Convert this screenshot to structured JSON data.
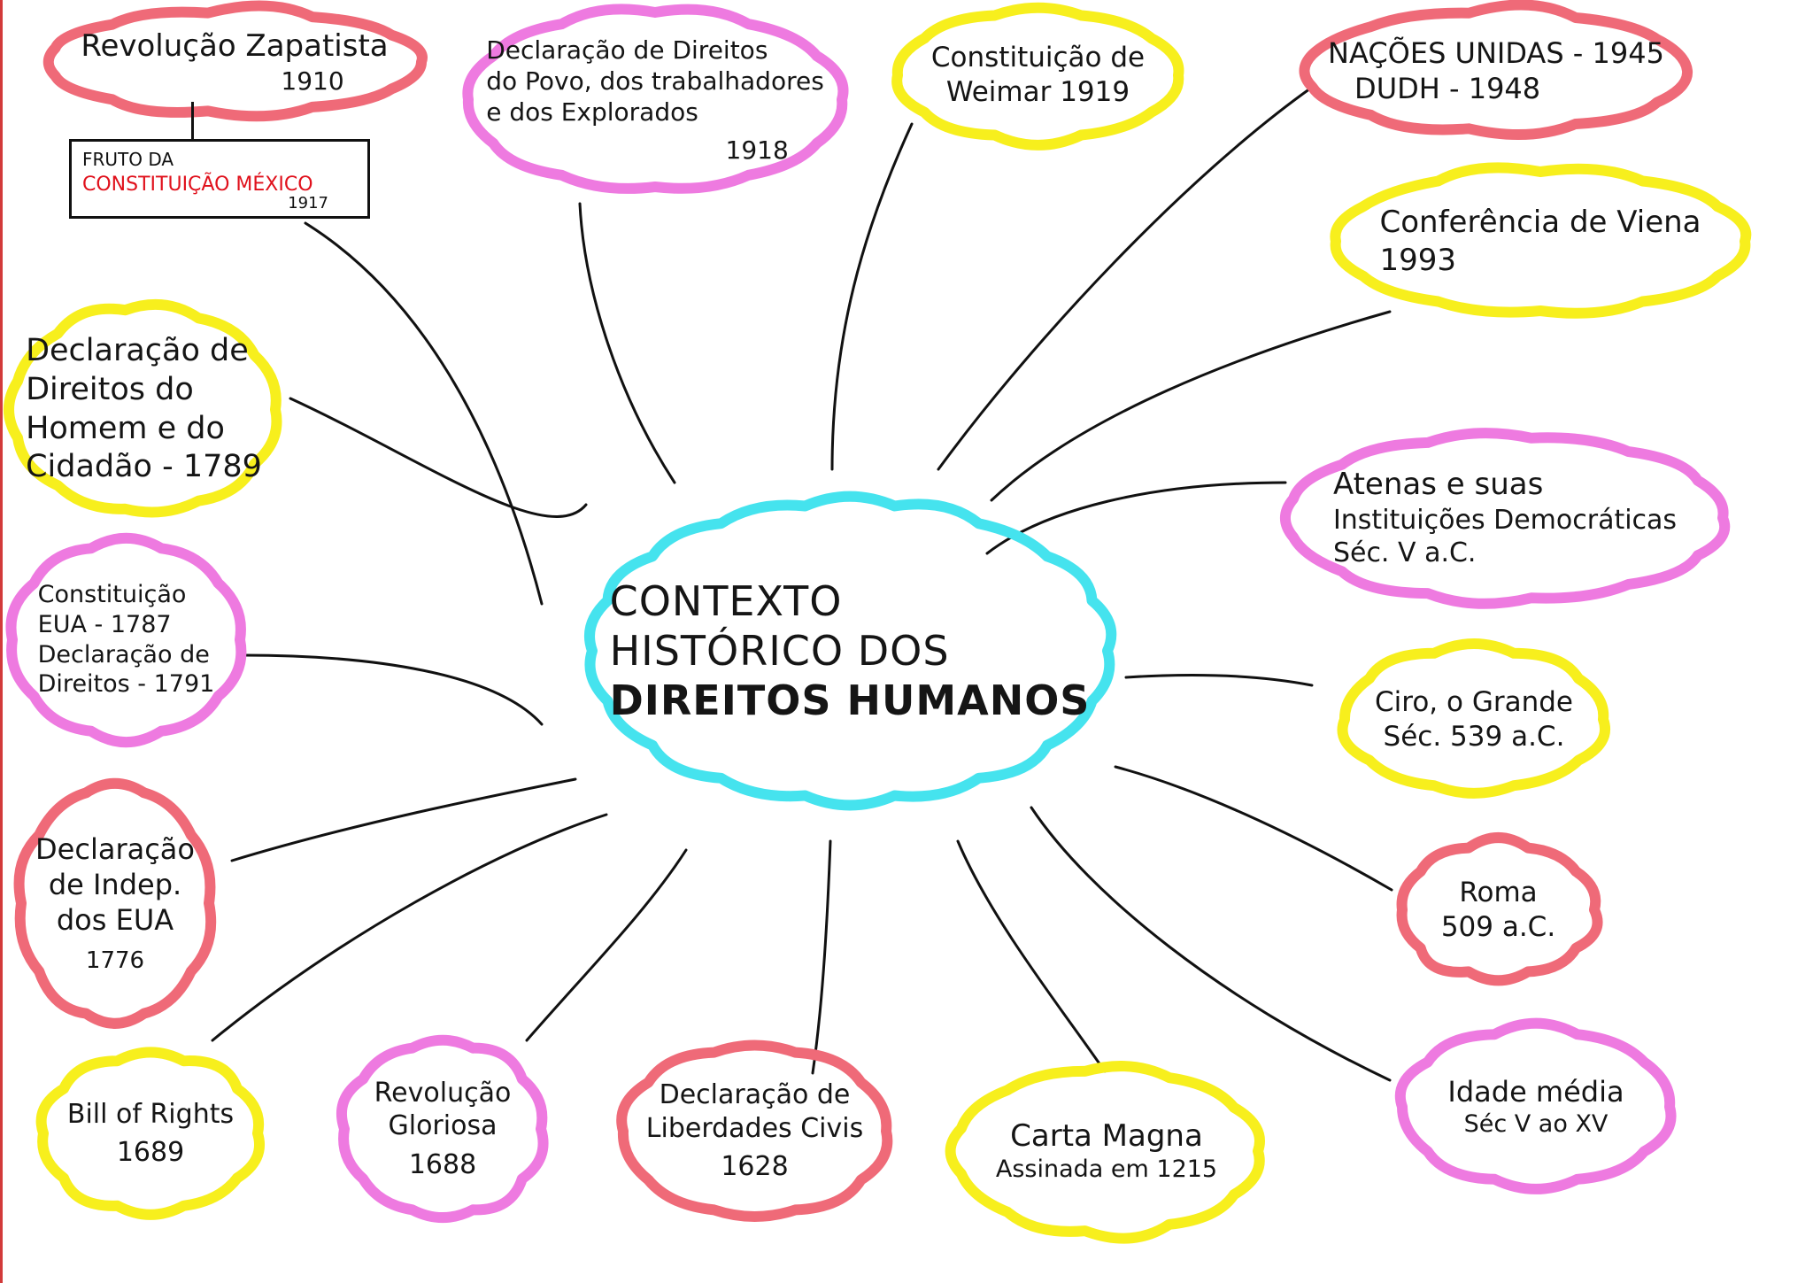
{
  "colors": {
    "cyan": "#45e3ee",
    "pink": "#ee7ae0",
    "red": "#ef6a78",
    "yellow": "#f7ef1d",
    "text": "#151515",
    "accent_red": "#e0101b"
  },
  "center": {
    "lines": [
      "CONTEXTO",
      "HISTÓRICO DOS"
    ],
    "bold_line": "DIREITOS HUMANOS"
  },
  "nodes": {
    "revolucao_zapatista": {
      "lines": [
        "Revolução Zapatista",
        "1910"
      ]
    },
    "fruto": {
      "line1": "FRUTO DA",
      "line2": "CONSTITUIÇÃO MÉXICO",
      "year": "1917"
    },
    "declaracao_povo": {
      "lines": [
        "Declaração de Direitos",
        "do Povo, dos trabalhadores",
        "e dos Explorados",
        "1918"
      ]
    },
    "weimar": {
      "lines": [
        "Constituição de",
        "Weimar 1919"
      ]
    },
    "nacoes_unidas": {
      "lines": [
        "NAÇÕES UNIDAS - 1945",
        "DUDH - 1948"
      ]
    },
    "viena": {
      "lines": [
        "Conferência de Viena",
        "1993"
      ]
    },
    "homem_cidadao": {
      "lines": [
        "Declaração de",
        "Direitos do",
        "Homem e do",
        "Cidadão - 1789"
      ]
    },
    "eua_1787": {
      "lines": [
        "Constituição",
        "EUA - 1787",
        "Declaração de",
        "Direitos - 1791"
      ]
    },
    "indep_eua": {
      "lines": [
        "Declaração",
        "de Indep.",
        "dos EUA",
        "1776"
      ]
    },
    "bill_rights": {
      "lines": [
        "Bill of Rights",
        "1689"
      ]
    },
    "gloriosa": {
      "lines": [
        "Revolução",
        "Gloriosa",
        "1688"
      ]
    },
    "liberdades_civis": {
      "lines": [
        "Declaração de",
        "Liberdades Civis",
        "1628"
      ]
    },
    "carta_magna": {
      "lines": [
        "Carta Magna",
        "Assinada em 1215"
      ]
    },
    "idade_media": {
      "lines": [
        "Idade média",
        "Séc V ao XV"
      ]
    },
    "roma": {
      "lines": [
        "Roma",
        "509 a.C."
      ]
    },
    "ciro": {
      "lines": [
        "Ciro, o Grande",
        "Séc. 539 a.C."
      ]
    },
    "atenas": {
      "lines": [
        "Atenas e suas",
        "Instituições Democráticas",
        "Séc. V a.C."
      ]
    }
  }
}
